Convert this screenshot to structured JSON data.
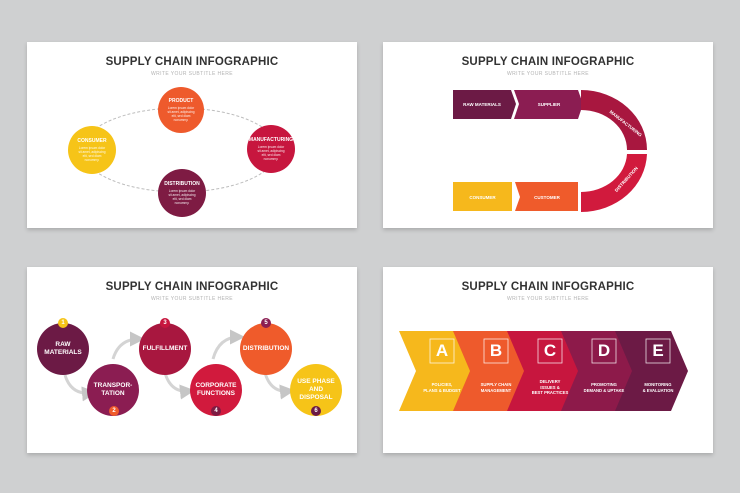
{
  "panel1": {
    "title": "SUPPLY CHAIN INFOGRAPHIC",
    "subtitle": "WRITE YOUR SUBTITLE HERE",
    "nodes": [
      {
        "title": "PRODUCT",
        "desc": "Lorem ipsum dolor sit amet, adipiscing elit, sed diam nonummy.",
        "color": "#ee5a2c"
      },
      {
        "title": "MANUFACTURING",
        "desc": "Lorem ipsum dolor sit amet, adipiscing elit, sed diam nonummy.",
        "color": "#c7163e"
      },
      {
        "title": "DISTRIBUTION",
        "desc": "Lorem ipsum dolor sit amet, adipiscing elit, sed diam nonummy.",
        "color": "#7e1b43"
      },
      {
        "title": "CONSUMER",
        "desc": "Lorem ipsum dolor sit amet, adipiscing elit, sed diam nonummy.",
        "color": "#f6c418"
      }
    ]
  },
  "panel2": {
    "title": "SUPPLY CHAIN INFOGRAPHIC",
    "subtitle": "WRITE YOUR SUBTITLE HERE",
    "steps": [
      {
        "label": "RAW MATERIALS",
        "color": "#6c1a45"
      },
      {
        "label": "SUPPLIER",
        "color": "#8b1d52"
      },
      {
        "label": "MANUFACTURING",
        "color": "#a8173f"
      },
      {
        "label": "DISTRIBUTION",
        "color": "#d11a3d"
      },
      {
        "label": "CUSTOMER",
        "color": "#ef5b2b"
      },
      {
        "label": "CONSUMER",
        "color": "#f6b81c"
      }
    ]
  },
  "panel3": {
    "title": "SUPPLY CHAIN INFOGRAPHIC",
    "subtitle": "WRITE YOUR SUBTITLE HERE",
    "nodes": [
      {
        "num": "1",
        "label": "RAW\nMATERIALS",
        "color": "#6c1a45",
        "badge": "#f6c418"
      },
      {
        "num": "2",
        "label": "TRANSPOR-\nTATION",
        "color": "#8b1d52",
        "badge": "#ef5b2b"
      },
      {
        "num": "3",
        "label": "FULFILLMENT",
        "color": "#a8173f",
        "badge": "#c7163e"
      },
      {
        "num": "4",
        "label": "CORPORATE\nFUNCTIONS",
        "color": "#d11a3d",
        "badge": "#7e1b43"
      },
      {
        "num": "5",
        "label": "DISTRIBUTION",
        "color": "#ef5b2b",
        "badge": "#8b1d52"
      },
      {
        "num": "6",
        "label": "USE PHASE\nAND\nDISPOSAL",
        "color": "#f6c418",
        "badge": "#6c1a45"
      }
    ]
  },
  "panel4": {
    "title": "SUPPLY CHAIN INFOGRAPHIC",
    "subtitle": "WRITE YOUR SUBTITLE HERE",
    "steps": [
      {
        "letter": "A",
        "label": "POLICIES,\nPLANS & BUDGET",
        "color": "#f6b81c"
      },
      {
        "letter": "B",
        "label": "SUPPLY CHAIN\nMANAGEMENT",
        "color": "#ee5a2c"
      },
      {
        "letter": "C",
        "label": "DELIVERY\nISSUES &\nBEST PRACTICES",
        "color": "#c7163e"
      },
      {
        "letter": "D",
        "label": "PROMOTING\nDEMAND & UPTAKE",
        "color": "#8d1a4a"
      },
      {
        "letter": "E",
        "label": "MONITORING\n& EVALUATION",
        "color": "#6c1a45"
      }
    ]
  }
}
